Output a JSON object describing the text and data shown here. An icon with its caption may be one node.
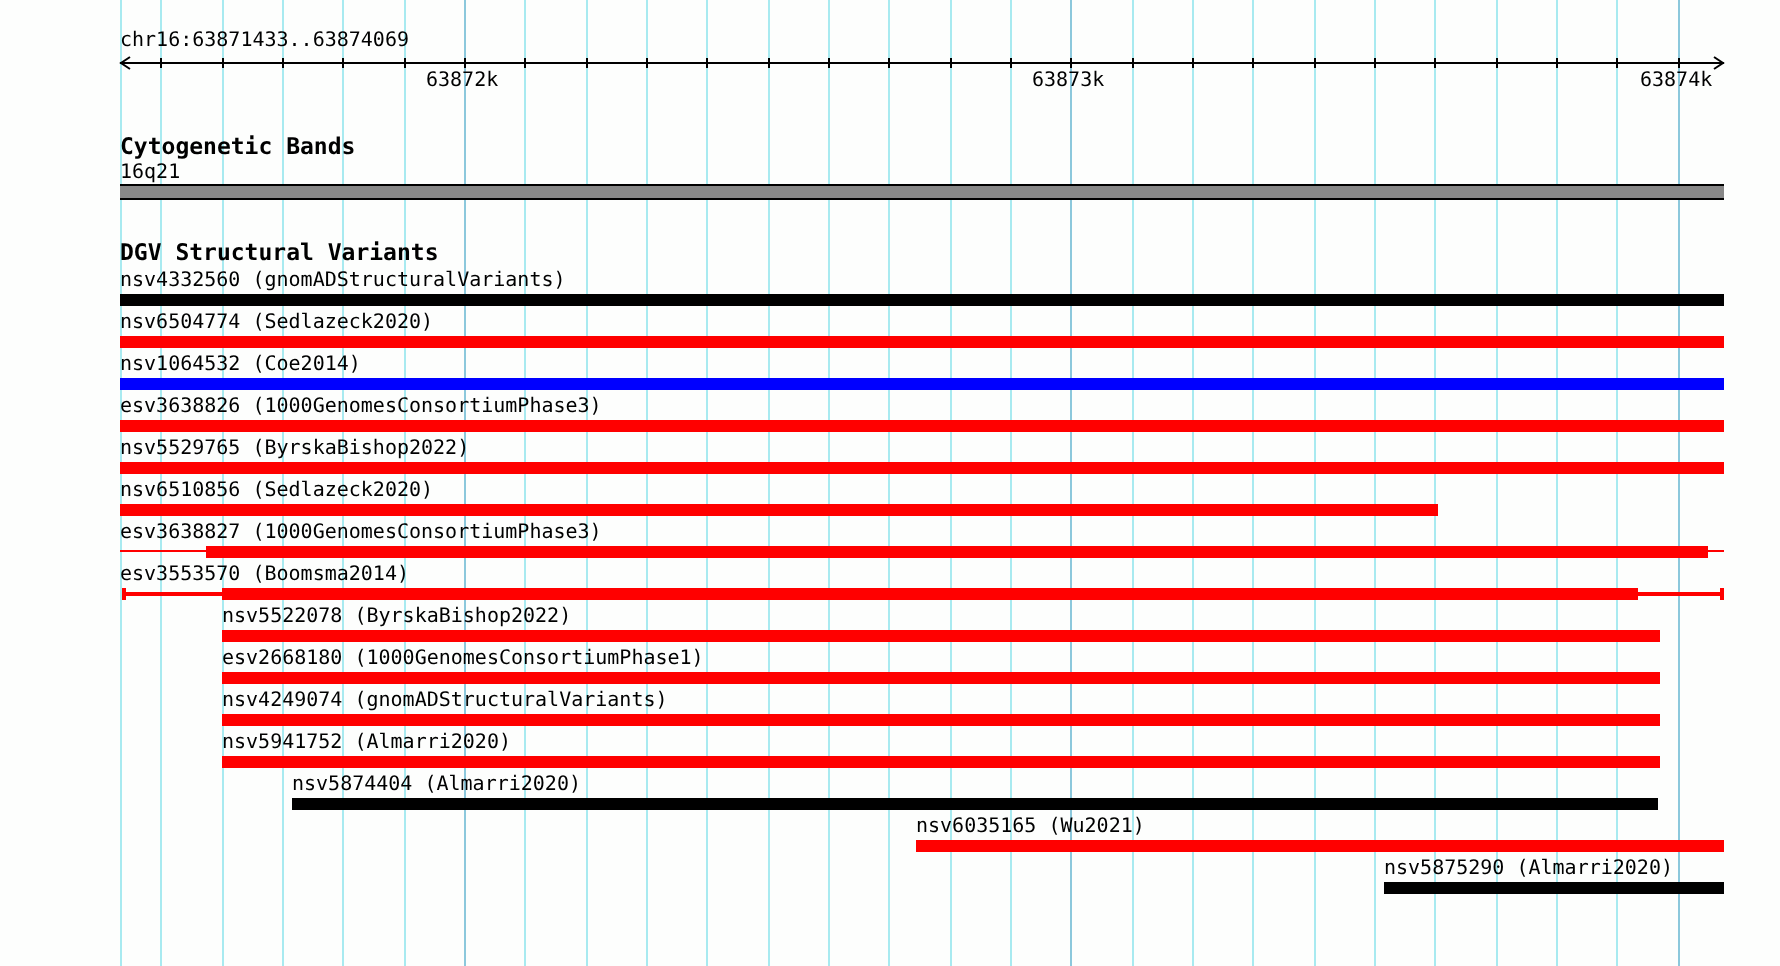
{
  "diagram": {
    "nodes": [
      {
        "text": [
          "16q21"
        ]
      },
      {
        "text": [
          "nsv4332560 (gnomADStructuralVariants)"
        ]
      },
      {
        "text": [
          "nsv6504774 (Sedlazeck2020)"
        ]
      },
      {
        "text": [
          "nsv1064532 (Coe2014)"
        ]
      },
      {
        "text": [
          "esv3638826 (1000GenomesConsortiumPhase3)"
        ]
      },
      {
        "text": [
          "nsv5529765 (ByrskaBishop2022)"
        ]
      },
      {
        "text": [
          "nsv6510856 (Sedlazeck2020)"
        ]
      },
      {
        "text": [
          "esv3638827 (1000GenomesConsortiumPhase3)"
        ]
      },
      {
        "text": [
          "esv3553570 (Boomsma2014)"
        ]
      },
      {
        "text": [
          "nsv5522078 (ByrskaBishop2022)"
        ]
      },
      {
        "text": [
          "esv2668180 (1000GenomesConsortiumPhase1)"
        ]
      },
      {
        "text": [
          "nsv4249074 (gnomADStructuralVariants)"
        ]
      },
      {
        "text": [
          "nsv5941752 (Almarri2020)"
        ]
      },
      {
        "text": [
          "nsv5874404 (Almarri2020)"
        ]
      },
      {
        "text": [
          "nsv6035165 (Wu2021)"
        ]
      },
      {
        "text": [
          "nsv5875290 (Almarri2020)"
        ]
      }
    ],
    "labels": [
      "chr16:63871433..63874069",
      "63872k",
      "63873k",
      "63874k",
      "Cytogenetic Bands",
      "DGV Structural Variants"
    ]
  }
}
